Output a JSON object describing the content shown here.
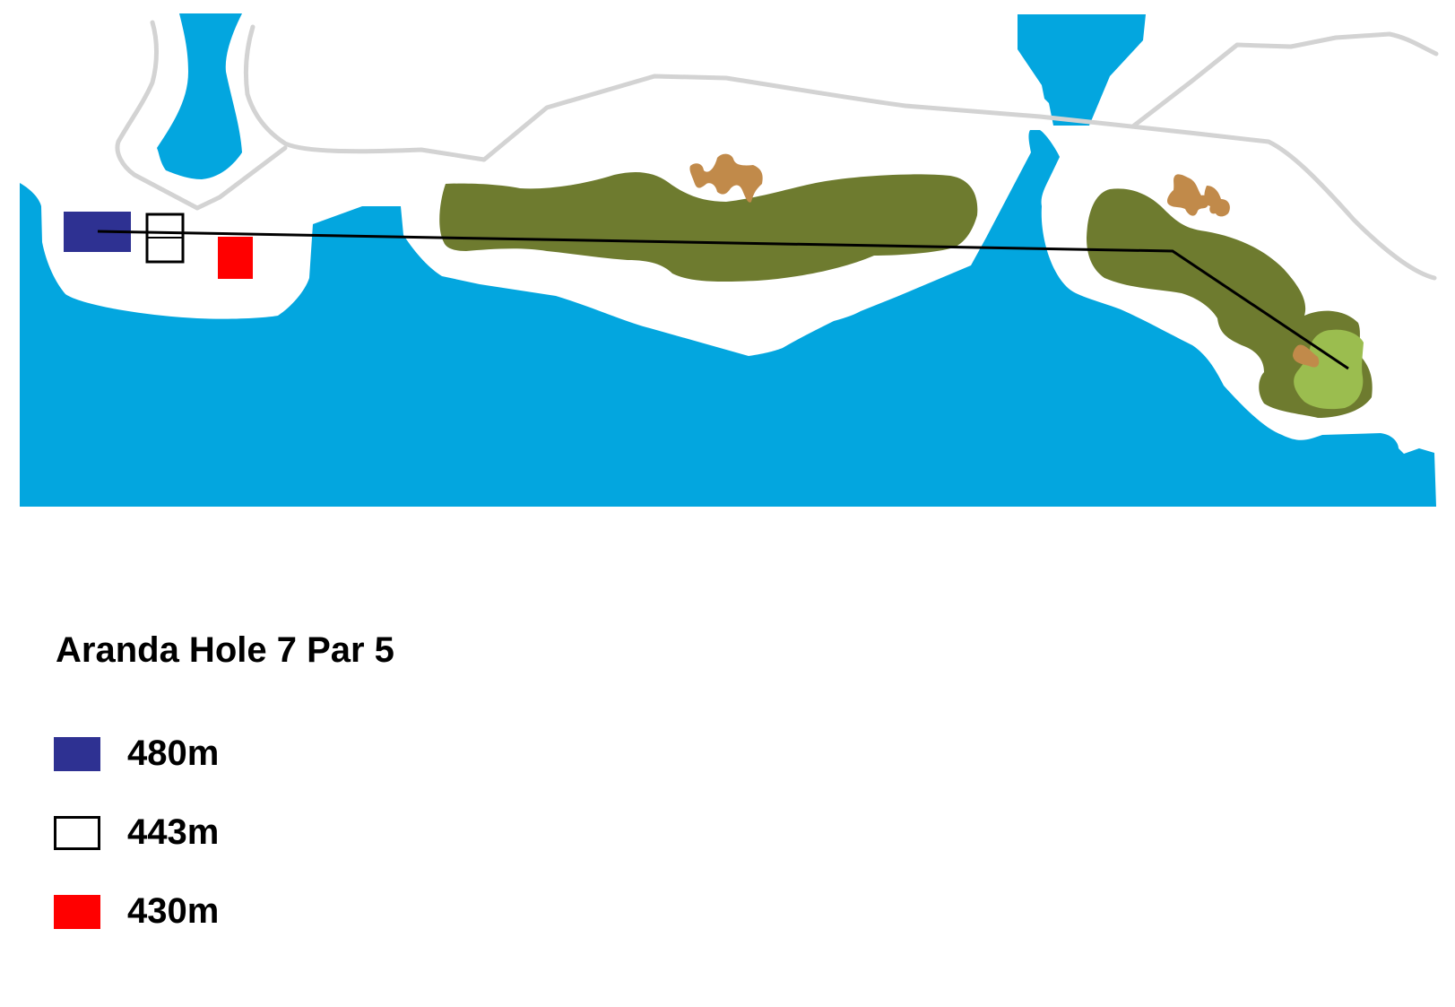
{
  "title": "Aranda Hole 7 Par 5",
  "colors": {
    "water": "#03A6DF",
    "rough": "#6E7B2F",
    "green": "#9BBD4F",
    "bunker": "#C18A4A",
    "path": "#D3D3D3",
    "blue_tee": "#2E3192",
    "white_tee": "#FFFFFF",
    "red_tee": "#FF0000",
    "play_line": "#000000"
  },
  "legend": [
    {
      "id": "blue",
      "label": "480m",
      "color": "#2E3192",
      "outline": false
    },
    {
      "id": "white",
      "label": "443m",
      "color": "#FFFFFF",
      "outline": true
    },
    {
      "id": "red",
      "label": "430m",
      "color": "#FF0000",
      "outline": false
    }
  ]
}
